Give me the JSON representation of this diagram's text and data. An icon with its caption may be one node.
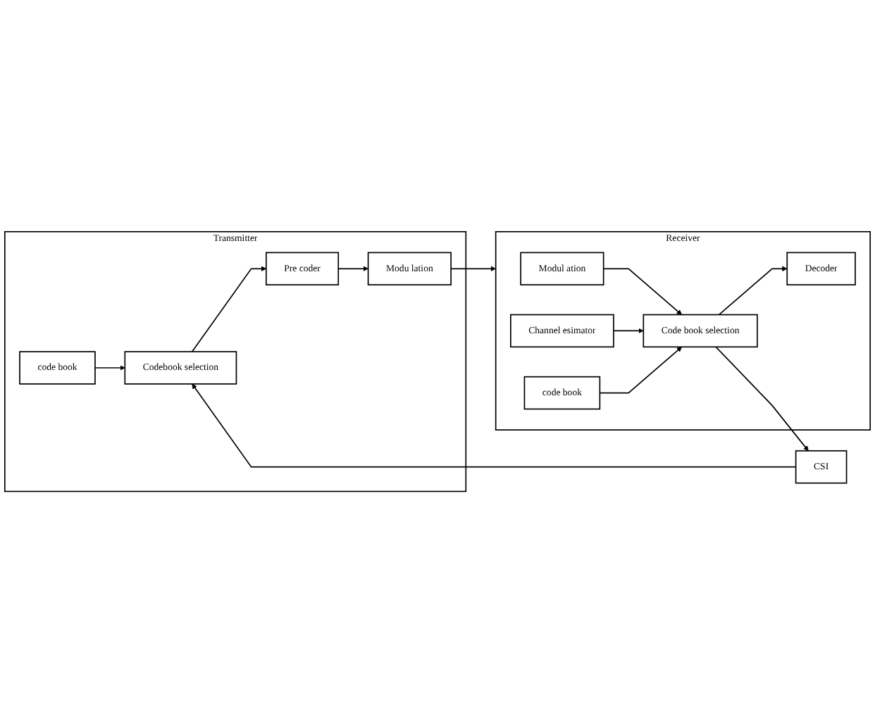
{
  "diagram": {
    "nodes": [
      {
        "text": [
          "Transmitter"
        ]
      },
      {
        "text": [
          "code book"
        ],
        "in": 0
      },
      {
        "text": [
          "Pre coder"
        ],
        "in": 0
      },
      {
        "text": [
          "Codebook selection"
        ],
        "in": 0
      },
      {
        "text": [
          "Modu lation"
        ],
        "in": 0
      },
      {
        "text": [
          "Receiver"
        ]
      },
      {
        "text": [
          "Modul ation"
        ],
        "in": 5
      },
      {
        "text": [
          "Channel esimator"
        ],
        "in": 5
      },
      {
        "text": [
          "Code book selection"
        ],
        "in": 5
      },
      {
        "text": [
          "code book"
        ],
        "in": 5
      },
      {
        "text": [
          "Decoder"
        ],
        "in": 5
      },
      {
        "text": [
          "CSI"
        ]
      }
    ],
    "edges": [
      {
        "from": 1,
        "to": 3,
        "arrow": "to"
      },
      {
        "from": 3,
        "to": 2,
        "arrow": "to"
      },
      {
        "from": 2,
        "to": 4,
        "arrow": "to"
      },
      {
        "from": 4,
        "to": 5,
        "arrow": "to"
      },
      {
        "from": 6,
        "to": 8,
        "arrow": "to"
      },
      {
        "from": 7,
        "to": 8,
        "arrow": "to"
      },
      {
        "from": 9,
        "to": 8,
        "arrow": "to"
      },
      {
        "from": 8,
        "to": 10,
        "arrow": "to"
      },
      {
        "from": 8,
        "to": 11,
        "arrow": "to"
      },
      {
        "from": 11,
        "to": 3,
        "arrow": "to"
      }
    ]
  }
}
